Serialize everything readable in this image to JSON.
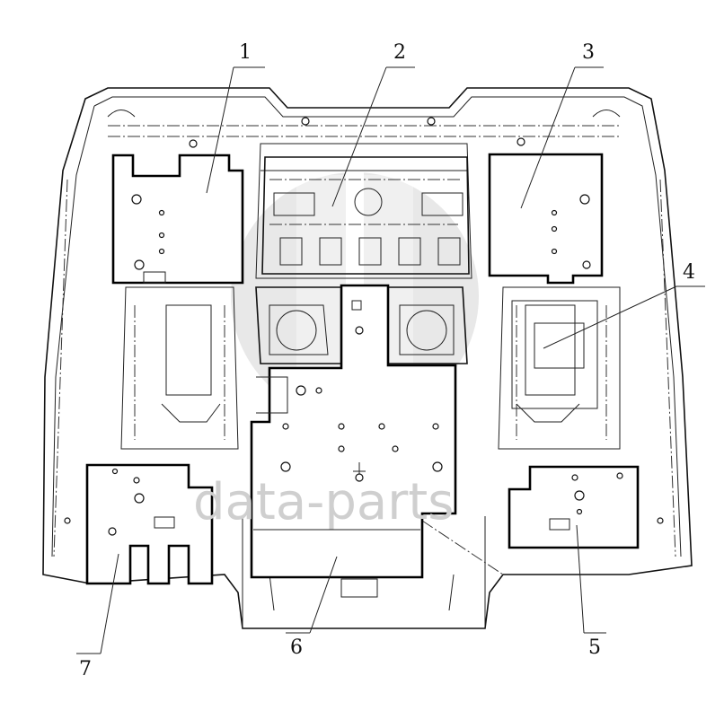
{
  "watermark": {
    "text": "data-parts",
    "color": "#cfcfcf"
  },
  "callouts": [
    {
      "id": "1",
      "label": "1"
    },
    {
      "id": "2",
      "label": "2"
    },
    {
      "id": "3",
      "label": "3"
    },
    {
      "id": "4",
      "label": "4"
    },
    {
      "id": "5",
      "label": "5"
    },
    {
      "id": "6",
      "label": "6"
    },
    {
      "id": "7",
      "label": "7"
    }
  ]
}
